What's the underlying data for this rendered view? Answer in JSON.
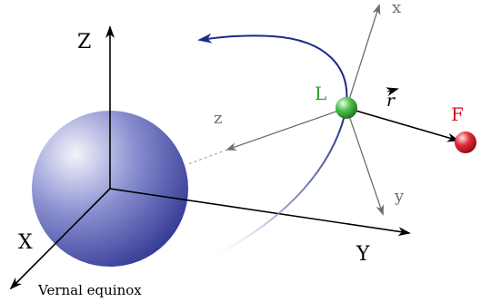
{
  "labels": {
    "Z": "Z",
    "X": "X",
    "Y": "Y",
    "vernal": "Vernal equinox",
    "L": "L",
    "F": "F",
    "r": "r",
    "x": "x",
    "y": "y",
    "z": "z"
  },
  "colors": {
    "earth_light": "#f4f4fb",
    "earth_mid": "#8a8fd0",
    "earth_dark": "#2e3390",
    "orbit": "#1f2a8a",
    "rotation_arrow": "#1f2a8a",
    "inertial_axes": "#000000",
    "rotating_axes": "#6e6e6e",
    "L_sphere": "#33a633",
    "L_label": "#2aa02a",
    "F_sphere": "#d81b2a",
    "F_label": "#d01020",
    "r_vector": "#000000"
  },
  "icons": {
    "earth": "earth-sphere-icon",
    "lagrange_point": "green-sphere-icon",
    "body_F": "red-sphere-icon"
  }
}
